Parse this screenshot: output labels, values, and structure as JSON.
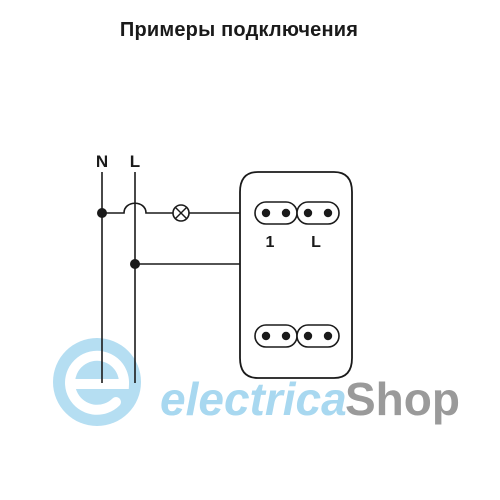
{
  "title": "Примеры подключения",
  "labels": {
    "neutral": "N",
    "line": "L",
    "terminal_1": "1",
    "terminal_l": "L"
  },
  "watermark": {
    "part1": "electrica",
    "part2": "Shop",
    "color_light": "#a8d8f0",
    "color_gray": "#9a9a9a"
  }
}
